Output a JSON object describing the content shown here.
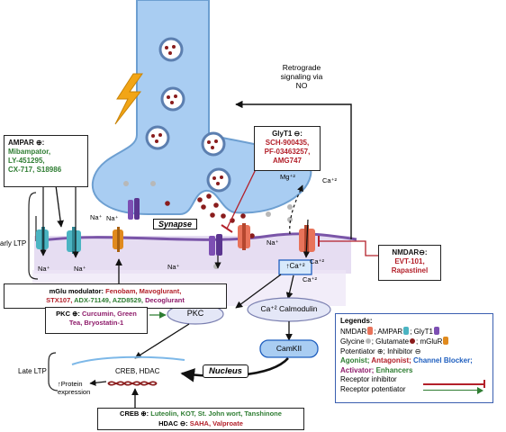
{
  "labels": {
    "retrograde_l1": "Retrograde",
    "retrograde_l2": "signaling via",
    "retrograde_l3": "NO",
    "synapse": "Synapse",
    "early_ltp": "arly  LTP",
    "late_ltp": "Late LTP",
    "nucleus": "Nucleus",
    "pkc": "PKC",
    "ca_calmodulin": "Ca⁺² Calmodulin",
    "camkii": "CamKII",
    "ca_box": "↑Ca⁺²",
    "creb_hdac": "CREB, HDAC",
    "protein_l1": "↑Protein",
    "protein_l2": "expression",
    "mg": "Mg⁺²",
    "na": "Na⁺",
    "ca": "Ca⁺²"
  },
  "ampar_box": {
    "title": "AMPAR ⊕:",
    "drugs": [
      "Mibampator,",
      "LY-451295,",
      "CX-717, S18986"
    ]
  },
  "glyt1_box": {
    "title": "GlyT1 ⊖:",
    "drugs": [
      "SCH-900435,",
      "PF-03463257,",
      "AMG747"
    ]
  },
  "nmdar_box": {
    "title": "NMDAR⊖:",
    "drugs": [
      "EVT-101,",
      "Rapastinel"
    ]
  },
  "mglu_box": {
    "title": "mGlu modulator:",
    "line1_red": "Fenobam, Mavoglurant,",
    "line2_red": "STX107,",
    "line2_green": "ADX-71149, AZD8529,",
    "line2_purple": "Decoglurant"
  },
  "pkc_box": {
    "title": "PKC ⊕:",
    "line1": "Curcumin, Green",
    "line2": "Tea, Bryostatin-1"
  },
  "creb_box": {
    "line1_title": "CREB ⊕:",
    "line1_drugs": "Luteolin, KOT, St. John wort, Tanshinone",
    "line2_title": "HDAC ⊖:",
    "line2_drugs": "SAHA, Valproate"
  },
  "legend": {
    "title": "Legends:",
    "l1a": "NMDAR",
    "l1b": "; AMPAR",
    "l1c": "; GlyT1",
    "l2a": "Glycine",
    "l2b": "; Glutamate",
    "l2c": "; mGluR",
    "l3": "Potentiator ⊕; Inhibitor ⊖",
    "agonist": "Agonist;",
    "antagonist": "Antagonist;",
    "channel_blocker": "Channel Blocker;",
    "activator": "Activator;",
    "enhancers": "Enhancers",
    "inhibitor": "Receptor inhibitor",
    "potentiator": "Receptor potentiator"
  },
  "colors": {
    "presynaptic": "#a9cdf2",
    "presynaptic_stroke": "#6d9fd1",
    "postsynaptic": "#e6ddf2",
    "membrane": "#7a55a8",
    "drug_red": "#b3202a",
    "drug_green": "#2e7d32",
    "drug_blue": "#1f5fbf",
    "drug_purple": "#8e1b6a",
    "lightning": "#f2a516",
    "glutamate": "#8a1c1c",
    "glycine": "#b8b8b8",
    "nmdar": "#e8735a",
    "ampar": "#4bb4c2",
    "glyt1": "#7d4fb3",
    "mglur": "#e08a1e"
  }
}
